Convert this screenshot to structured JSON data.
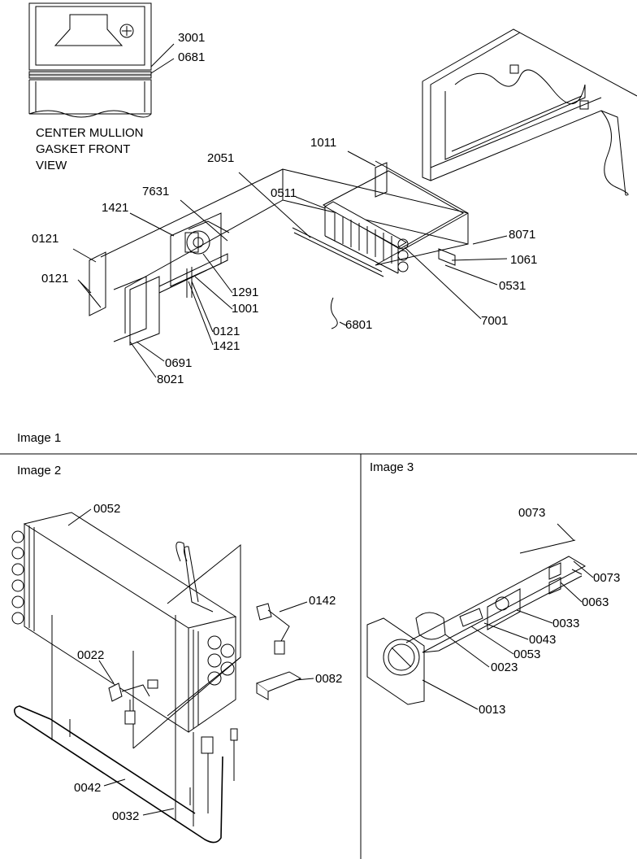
{
  "image1": {
    "title": "Image 1",
    "inset_caption": [
      "CENTER MULLION",
      "GASKET FRONT",
      "VIEW"
    ],
    "callouts": {
      "c3001": "3001",
      "c0681": "0681",
      "c1011": "1011",
      "c2051": "2051",
      "c7631": "7631",
      "c1421a": "1421",
      "c0511": "0511",
      "c0121a": "0121",
      "c0121b": "0121",
      "c8071": "8071",
      "c1061": "1061",
      "c1291": "1291",
      "c1001": "1001",
      "c0531": "0531",
      "c0121c": "0121",
      "c1421b": "1421",
      "c6801": "6801",
      "c7001": "7001",
      "c0691": "0691",
      "c8021": "8021"
    }
  },
  "image2": {
    "title": "Image 2",
    "callouts": {
      "c0052": "0052",
      "c0142": "0142",
      "c0022": "0022",
      "c0082": "0082",
      "c0042": "0042",
      "c0032": "0032"
    }
  },
  "image3": {
    "title": "Image 3",
    "callouts": {
      "c0073a": "0073",
      "c0073b": "0073",
      "c0063": "0063",
      "c0033": "0033",
      "c0043": "0043",
      "c0053": "0053",
      "c0023": "0023",
      "c0013": "0013"
    }
  }
}
